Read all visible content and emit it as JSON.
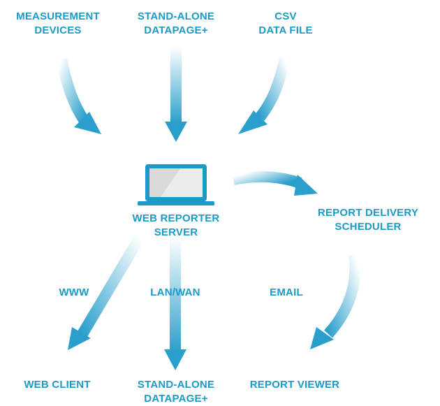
{
  "colors": {
    "accent": "#1a9bc7",
    "arrow": "#2a9fcb",
    "laptop": "#1a9bc7",
    "screen": "#d9d9d9"
  },
  "icons": {
    "server": "laptop-icon"
  },
  "nodes": {
    "measurement_devices": [
      "MEASUREMENT",
      "DEVICES"
    ],
    "standalone_top": [
      "STAND-ALONE",
      "DATAPAGE+"
    ],
    "csv": [
      "CSV",
      "DATA FILE"
    ],
    "server": [
      "WEB REPORTER",
      "SERVER"
    ],
    "scheduler": [
      "REPORT DELIVERY",
      "SCHEDULER"
    ],
    "web_client": [
      "WEB CLIENT"
    ],
    "standalone_bottom": [
      "STAND-ALONE",
      "DATAPAGE+"
    ],
    "report_viewer": [
      "REPORT VIEWER"
    ]
  },
  "edge_labels": {
    "www": "WWW",
    "lan_wan": "LAN/WAN",
    "email": "EMAIL"
  }
}
